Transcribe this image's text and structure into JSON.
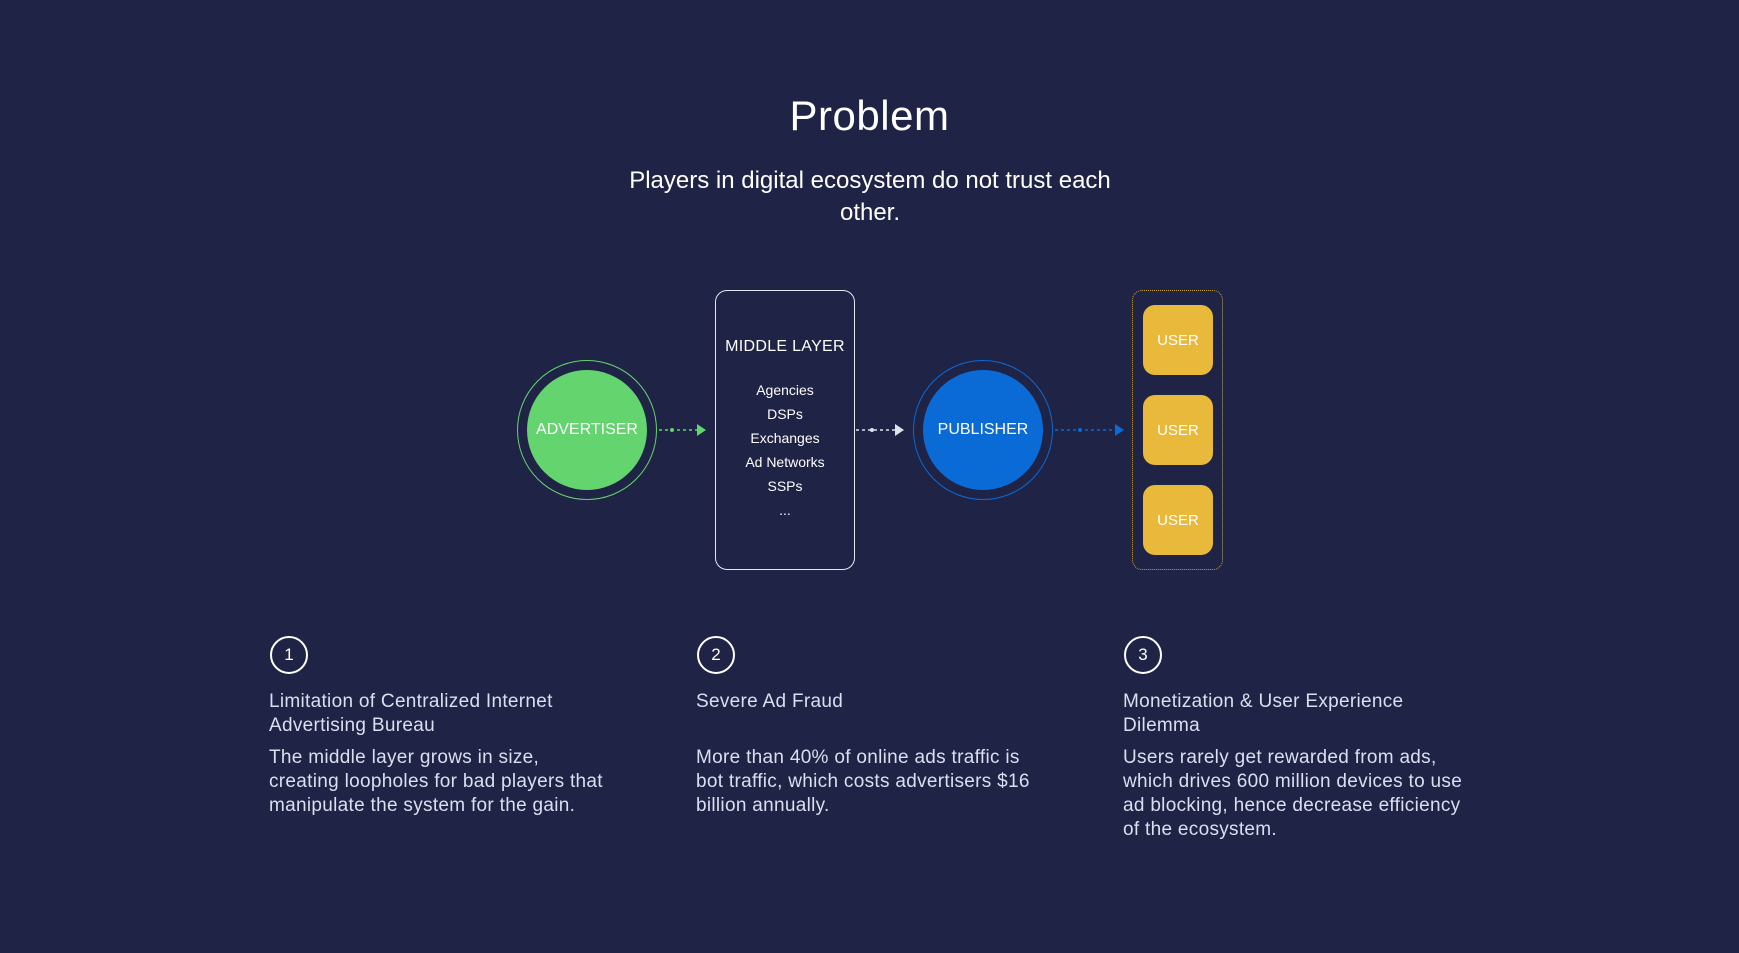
{
  "header": {
    "title": "Problem",
    "subtitle": "Players in digital ecosystem do not trust each other."
  },
  "diagram": {
    "advertiser": "ADVERTISER",
    "middle_layer": {
      "title": "MIDDLE LAYER",
      "items": [
        "Agencies",
        "DSPs",
        "Exchanges",
        "Ad Networks",
        "SSPs",
        "..."
      ]
    },
    "publisher": "PUBLISHER",
    "users": [
      "USER",
      "USER",
      "USER"
    ],
    "colors": {
      "advertiser": "#64d46f",
      "publisher": "#0a6ad6",
      "user": "#e8b93a",
      "background": "#1f2345"
    }
  },
  "problems": [
    {
      "number": "1",
      "title": "Limitation of Centralized Internet Advertising Bureau",
      "body": "The middle layer grows in size, creating loopholes for bad players that manipulate the system for the gain."
    },
    {
      "number": "2",
      "title": "Severe Ad Fraud",
      "body": "More than 40% of online ads traffic is bot traffic, which costs advertisers $16 billion annually."
    },
    {
      "number": "3",
      "title": "Monetization & User Experience Dilemma",
      "body": "Users rarely get rewarded from ads, which drives 600 million devices to use ad blocking, hence decrease efficiency of the ecosystem."
    }
  ]
}
